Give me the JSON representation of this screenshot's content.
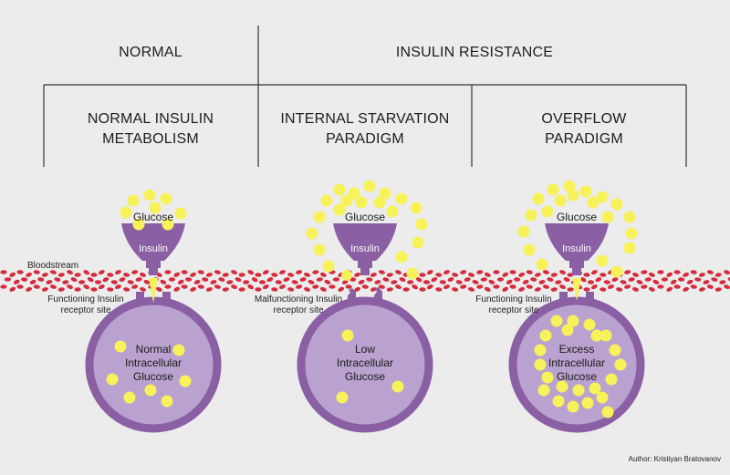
{
  "headers": {
    "normal": "NORMAL",
    "insulin_resistance": "INSULIN RESISTANCE",
    "col1": [
      "NORMAL INSULIN",
      "METABOLISM"
    ],
    "col2": [
      "INTERNAL STARVATION",
      "PARADIGM"
    ],
    "col3": [
      "OVERFLOW",
      "PARADIGM"
    ]
  },
  "labels": {
    "bloodstream": "Bloodstream",
    "glucose": "Glucose",
    "insulin": "Insulin",
    "receptor_functioning": [
      "Functioning Insulin",
      "receptor site"
    ],
    "receptor_malfunctioning": [
      "Malfunctioning Insulin",
      "receptor site"
    ],
    "receptor_functioning_3": [
      "Functioning Insulin",
      "receptor site"
    ],
    "cell1": [
      "Normal",
      "Intracellular",
      "Glucose"
    ],
    "cell2": [
      "Low",
      "Intracellular",
      "Glucose"
    ],
    "cell3": [
      "Excess",
      "Intracellular",
      "Glucose"
    ],
    "author": "Author: Kristiyan Bratovanov"
  },
  "colors": {
    "background": "#ececec",
    "purple_dark": "#8a5fa3",
    "purple_light": "#b9a2cf",
    "glucose": "#f7f25a",
    "blood": "#d42c3c"
  }
}
